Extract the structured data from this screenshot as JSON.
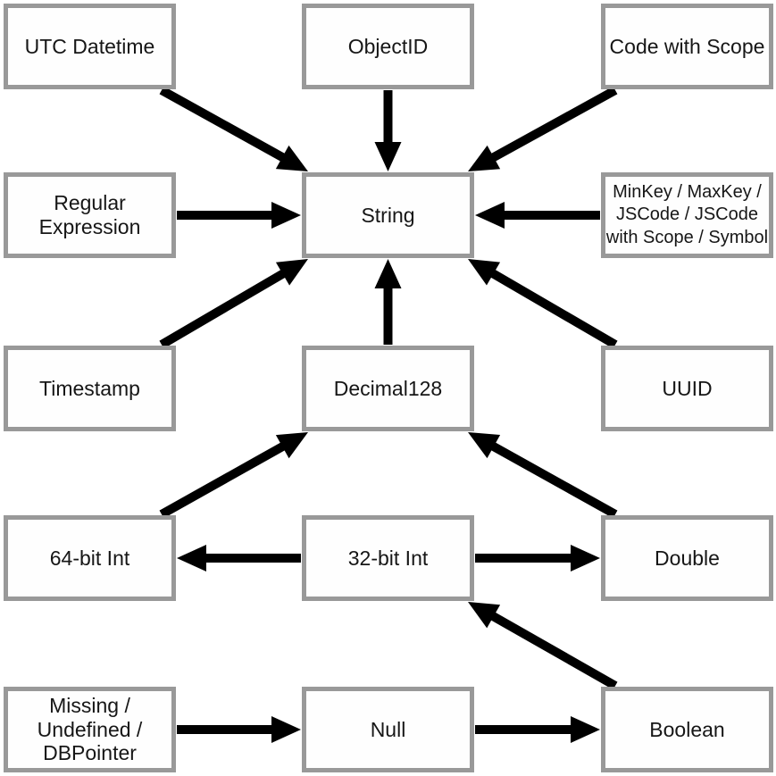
{
  "diagram": {
    "description": "Type conversion diagram: arrows point from source type to target type",
    "colors": {
      "background": "#ffffff",
      "box_border": "#999999",
      "box_fill": "#fefefe",
      "arrow": "#000000",
      "text": "#161616"
    },
    "nodes": [
      {
        "id": "utc-datetime",
        "label": "UTC Datetime",
        "lines": [
          "UTC Datetime"
        ],
        "col": "left",
        "row": "1",
        "small": false
      },
      {
        "id": "objectid",
        "label": "ObjectID",
        "lines": [
          "ObjectID"
        ],
        "col": "center",
        "row": "1",
        "small": false
      },
      {
        "id": "code-with-scope",
        "label": "Code with Scope",
        "lines": [
          "Code with Scope"
        ],
        "col": "right",
        "row": "1",
        "small": false
      },
      {
        "id": "regular-expression",
        "label": "Regular Expression",
        "lines": [
          "Regular",
          "Expression"
        ],
        "col": "left",
        "row": "2",
        "small": false
      },
      {
        "id": "string",
        "label": "String",
        "lines": [
          "String"
        ],
        "col": "center",
        "row": "2",
        "small": false
      },
      {
        "id": "minkey-group",
        "label": "MinKey / MaxKey / JSCode / JSCode with Scope / Symbol",
        "lines": [
          "MinKey / MaxKey /",
          "JSCode / JSCode",
          "with Scope / Symbol"
        ],
        "col": "right",
        "row": "2",
        "small": true
      },
      {
        "id": "timestamp",
        "label": "Timestamp",
        "lines": [
          "Timestamp"
        ],
        "col": "left",
        "row": "3",
        "small": false
      },
      {
        "id": "decimal128",
        "label": "Decimal128",
        "lines": [
          "Decimal128"
        ],
        "col": "center",
        "row": "3",
        "small": false
      },
      {
        "id": "uuid",
        "label": "UUID",
        "lines": [
          "UUID"
        ],
        "col": "right",
        "row": "3",
        "small": false
      },
      {
        "id": "int64",
        "label": "64-bit Int",
        "lines": [
          "64-bit Int"
        ],
        "col": "left",
        "row": "4",
        "small": false
      },
      {
        "id": "int32",
        "label": "32-bit Int",
        "lines": [
          "32-bit Int"
        ],
        "col": "center",
        "row": "4",
        "small": false
      },
      {
        "id": "double",
        "label": "Double",
        "lines": [
          "Double"
        ],
        "col": "right",
        "row": "4",
        "small": false
      },
      {
        "id": "missing-group",
        "label": "Missing / Undefined / DBPointer",
        "lines": [
          "Missing /",
          "Undefined /",
          "DBPointer"
        ],
        "col": "left",
        "row": "5",
        "small": false
      },
      {
        "id": "null",
        "label": "Null",
        "lines": [
          "Null"
        ],
        "col": "center",
        "row": "5",
        "small": false
      },
      {
        "id": "boolean",
        "label": "Boolean",
        "lines": [
          "Boolean"
        ],
        "col": "right",
        "row": "5",
        "small": false
      }
    ],
    "edges": [
      {
        "from": "utc-datetime",
        "to": "string",
        "fromAnchor": "bottom-right",
        "toAnchor": "top-left"
      },
      {
        "from": "objectid",
        "to": "string",
        "fromAnchor": "bottom",
        "toAnchor": "top"
      },
      {
        "from": "code-with-scope",
        "to": "string",
        "fromAnchor": "bottom-left",
        "toAnchor": "top-right"
      },
      {
        "from": "regular-expression",
        "to": "string",
        "fromAnchor": "right",
        "toAnchor": "left"
      },
      {
        "from": "minkey-group",
        "to": "string",
        "fromAnchor": "left",
        "toAnchor": "right"
      },
      {
        "from": "timestamp",
        "to": "string",
        "fromAnchor": "top-right",
        "toAnchor": "bottom-left"
      },
      {
        "from": "decimal128",
        "to": "string",
        "fromAnchor": "top",
        "toAnchor": "bottom"
      },
      {
        "from": "uuid",
        "to": "string",
        "fromAnchor": "top-left",
        "toAnchor": "bottom-right"
      },
      {
        "from": "int64",
        "to": "decimal128",
        "fromAnchor": "top-right",
        "toAnchor": "bottom-left"
      },
      {
        "from": "double",
        "to": "decimal128",
        "fromAnchor": "top-left",
        "toAnchor": "bottom-right"
      },
      {
        "from": "int32",
        "to": "int64",
        "fromAnchor": "left",
        "toAnchor": "right"
      },
      {
        "from": "int32",
        "to": "double",
        "fromAnchor": "right",
        "toAnchor": "left"
      },
      {
        "from": "boolean",
        "to": "int32",
        "fromAnchor": "top-left",
        "toAnchor": "bottom-right"
      },
      {
        "from": "missing-group",
        "to": "null",
        "fromAnchor": "right",
        "toAnchor": "left"
      },
      {
        "from": "null",
        "to": "boolean",
        "fromAnchor": "right",
        "toAnchor": "left"
      }
    ]
  }
}
